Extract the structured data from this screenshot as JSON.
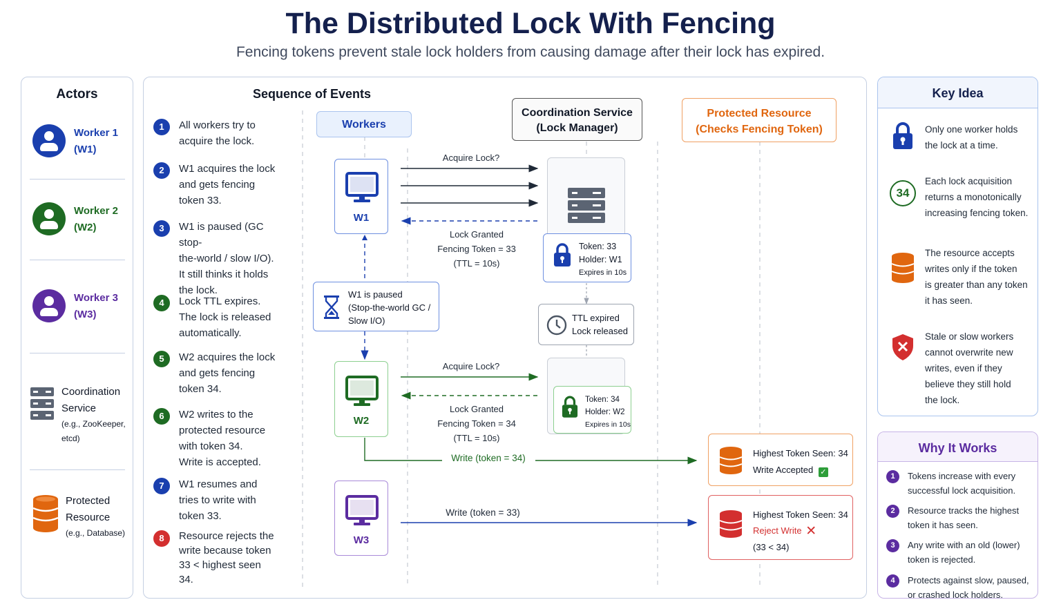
{
  "title": "The Distributed Lock With Fencing",
  "subtitle": "Fencing tokens prevent stale lock holders from causing damage after their lock has expired.",
  "actors": {
    "title": "Actors",
    "w1_name": "Worker 1",
    "w1_id": "(W1)",
    "w2_name": "Worker 2",
    "w2_id": "(W2)",
    "w3_name": "Worker 3",
    "w3_id": "(W3)",
    "coord_line1": "Coordination",
    "coord_line2": "Service",
    "coord_sub1": "(e.g., ZooKeeper,",
    "coord_sub2": "etcd)",
    "res_line1": "Protected",
    "res_line2": "Resource",
    "res_sub": "(e.g., Database)"
  },
  "sequence": {
    "title": "Sequence of Events",
    "steps": [
      {
        "num": "1",
        "lines": [
          "All workers try to",
          "acquire the lock."
        ]
      },
      {
        "num": "2",
        "lines": [
          "W1 acquires the lock",
          "and gets fencing",
          "token 33."
        ]
      },
      {
        "num": "3",
        "lines": [
          "W1 is paused (GC stop-",
          "the-world / slow I/O).",
          "It still thinks it holds",
          "the lock."
        ]
      },
      {
        "num": "4",
        "lines": [
          "Lock TTL expires.",
          "The lock is released",
          "automatically."
        ]
      },
      {
        "num": "5",
        "lines": [
          "W2 acquires the lock",
          "and gets fencing",
          "token 34."
        ]
      },
      {
        "num": "6",
        "lines": [
          "W2 writes to the",
          "protected resource",
          "with token 34.",
          "Write is accepted."
        ]
      },
      {
        "num": "7",
        "lines": [
          "W1 resumes and",
          "tries to write with",
          "token 33."
        ]
      },
      {
        "num": "8",
        "lines": [
          "Resource rejects the",
          "write because token",
          "33 < highest seen",
          "34."
        ]
      }
    ]
  },
  "diagram": {
    "workers_header": "Workers",
    "coord_header_1": "Coordination Service",
    "coord_header_2": "(Lock Manager)",
    "res_header_1": "Protected Resource",
    "res_header_2": "(Checks Fencing Token)",
    "w1_label": "W1",
    "w2_label": "W2",
    "w3_label": "W3",
    "acquire_1": "Acquire Lock?",
    "granted_1": [
      "Lock Granted",
      "Fencing Token = 33",
      "(TTL = 10s)"
    ],
    "token33": [
      "Token: 33",
      "Holder: W1",
      "Expires in 10s"
    ],
    "paused": [
      "W1 is paused",
      "(Stop-the-world GC /",
      "Slow I/O)"
    ],
    "ttl": [
      "TTL expired",
      "Lock released"
    ],
    "acquire_2": "Acquire Lock?",
    "granted_2": [
      "Lock Granted",
      "Fencing Token = 34",
      "(TTL = 10s)"
    ],
    "token34": [
      "Token: 34",
      "Holder: W2",
      "Expires in 10s"
    ],
    "write34": "Write (token = 34)",
    "write33": "Write (token = 33)",
    "accepted": [
      "Highest Token Seen: 34",
      "Write Accepted"
    ],
    "rejected": [
      "Highest Token Seen: 34",
      "Reject Write",
      "(33 < 34)"
    ]
  },
  "key_idea": {
    "title": "Key Idea",
    "badge": "34",
    "items": [
      {
        "icon": "lock-icon",
        "lines": [
          "Only one worker holds",
          "the lock at a time."
        ]
      },
      {
        "icon": "token-badge-icon",
        "lines": [
          "Each lock acquisition",
          "returns a monotonically",
          "increasing fencing token."
        ]
      },
      {
        "icon": "database-icon",
        "lines": [
          "The resource accepts",
          "writes only if the token",
          "is greater than any token",
          "it has seen."
        ]
      },
      {
        "icon": "shield-x-icon",
        "lines": [
          "Stale or slow workers",
          "cannot overwrite new",
          "writes, even if they",
          "believe they still hold",
          "the lock."
        ]
      }
    ]
  },
  "why": {
    "title": "Why It Works",
    "items": [
      {
        "num": "1",
        "lines": [
          "Tokens increase with every",
          "successful lock acquisition."
        ]
      },
      {
        "num": "2",
        "lines": [
          "Resource tracks the highest",
          "token it has seen."
        ]
      },
      {
        "num": "3",
        "lines": [
          "Any write with an old (lower)",
          "token is rejected."
        ]
      },
      {
        "num": "4",
        "lines": [
          "Protects against slow, paused,",
          "or crashed lock holders."
        ]
      }
    ]
  },
  "colors": {
    "navy": "#14204d",
    "blue": "#1a3fae",
    "green": "#1e6b23",
    "purple": "#5b2ca0",
    "orange": "#e0660f",
    "red": "#d32f2f",
    "gray_dark": "#4b5563"
  }
}
